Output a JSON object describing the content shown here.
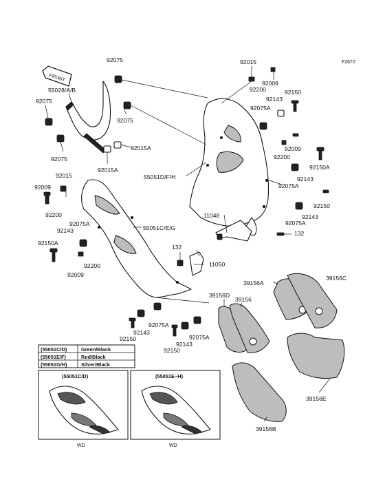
{
  "diagram_code": "F2672",
  "front_arrow_text": "FRONT",
  "callouts": [
    {
      "id": "c1",
      "text": "92075"
    },
    {
      "id": "c2",
      "text": "55028/A/B"
    },
    {
      "id": "c3",
      "text": "92075"
    },
    {
      "id": "c4",
      "text": "92075"
    },
    {
      "id": "c5",
      "text": "92075"
    },
    {
      "id": "c6",
      "text": "92015A"
    },
    {
      "id": "c7",
      "text": "92015A"
    },
    {
      "id": "c8",
      "text": "92015"
    },
    {
      "id": "c9",
      "text": "92200"
    },
    {
      "id": "c10",
      "text": "92009"
    },
    {
      "id": "c11",
      "text": "92143"
    },
    {
      "id": "c12",
      "text": "92150"
    },
    {
      "id": "c13",
      "text": "92075A"
    },
    {
      "id": "c14",
      "text": "92009"
    },
    {
      "id": "c15",
      "text": "92200"
    },
    {
      "id": "c16",
      "text": "92150A"
    },
    {
      "id": "c17",
      "text": "92143"
    },
    {
      "id": "c18",
      "text": "92075A"
    },
    {
      "id": "c19",
      "text": "92150"
    },
    {
      "id": "c20",
      "text": "92143"
    },
    {
      "id": "c21",
      "text": "92075A"
    },
    {
      "id": "c22",
      "text": "55051D/F/H"
    },
    {
      "id": "c23",
      "text": "92015"
    },
    {
      "id": "c24",
      "text": "92009"
    },
    {
      "id": "c25",
      "text": "92200"
    },
    {
      "id": "c26",
      "text": "92143"
    },
    {
      "id": "c27",
      "text": "92075A"
    },
    {
      "id": "c28",
      "text": "55051C/E/G"
    },
    {
      "id": "c29",
      "text": "92150A"
    },
    {
      "id": "c30",
      "text": "92200"
    },
    {
      "id": "c31",
      "text": "92009"
    },
    {
      "id": "c32",
      "text": "11048"
    },
    {
      "id": "c33",
      "text": "132"
    },
    {
      "id": "c34",
      "text": "132"
    },
    {
      "id": "c35",
      "text": "11050"
    },
    {
      "id": "c36",
      "text": "92075A"
    },
    {
      "id": "c37",
      "text": "92143"
    },
    {
      "id": "c38",
      "text": "92150"
    },
    {
      "id": "c39",
      "text": "92075A"
    },
    {
      "id": "c40",
      "text": "92143"
    },
    {
      "id": "c41",
      "text": "92150"
    },
    {
      "id": "c42",
      "text": "39156A"
    },
    {
      "id": "c43",
      "text": "39156C"
    },
    {
      "id": "c44",
      "text": "39156D"
    },
    {
      "id": "c45",
      "text": "39156"
    },
    {
      "id": "c46",
      "text": "39156E"
    },
    {
      "id": "c47",
      "text": "39156B"
    }
  ],
  "color_table": [
    {
      "code": "(55051C/D)",
      "color": "Green/Black"
    },
    {
      "code": "(55051E/F)",
      "color": "Red/Black"
    },
    {
      "code": "(55051G/H)",
      "color": "Silver/Black"
    }
  ],
  "inset_panels": [
    {
      "title": "(55051C/D)",
      "footer": "WD"
    },
    {
      "title": "(55051E~H)",
      "footer": "WD"
    }
  ]
}
